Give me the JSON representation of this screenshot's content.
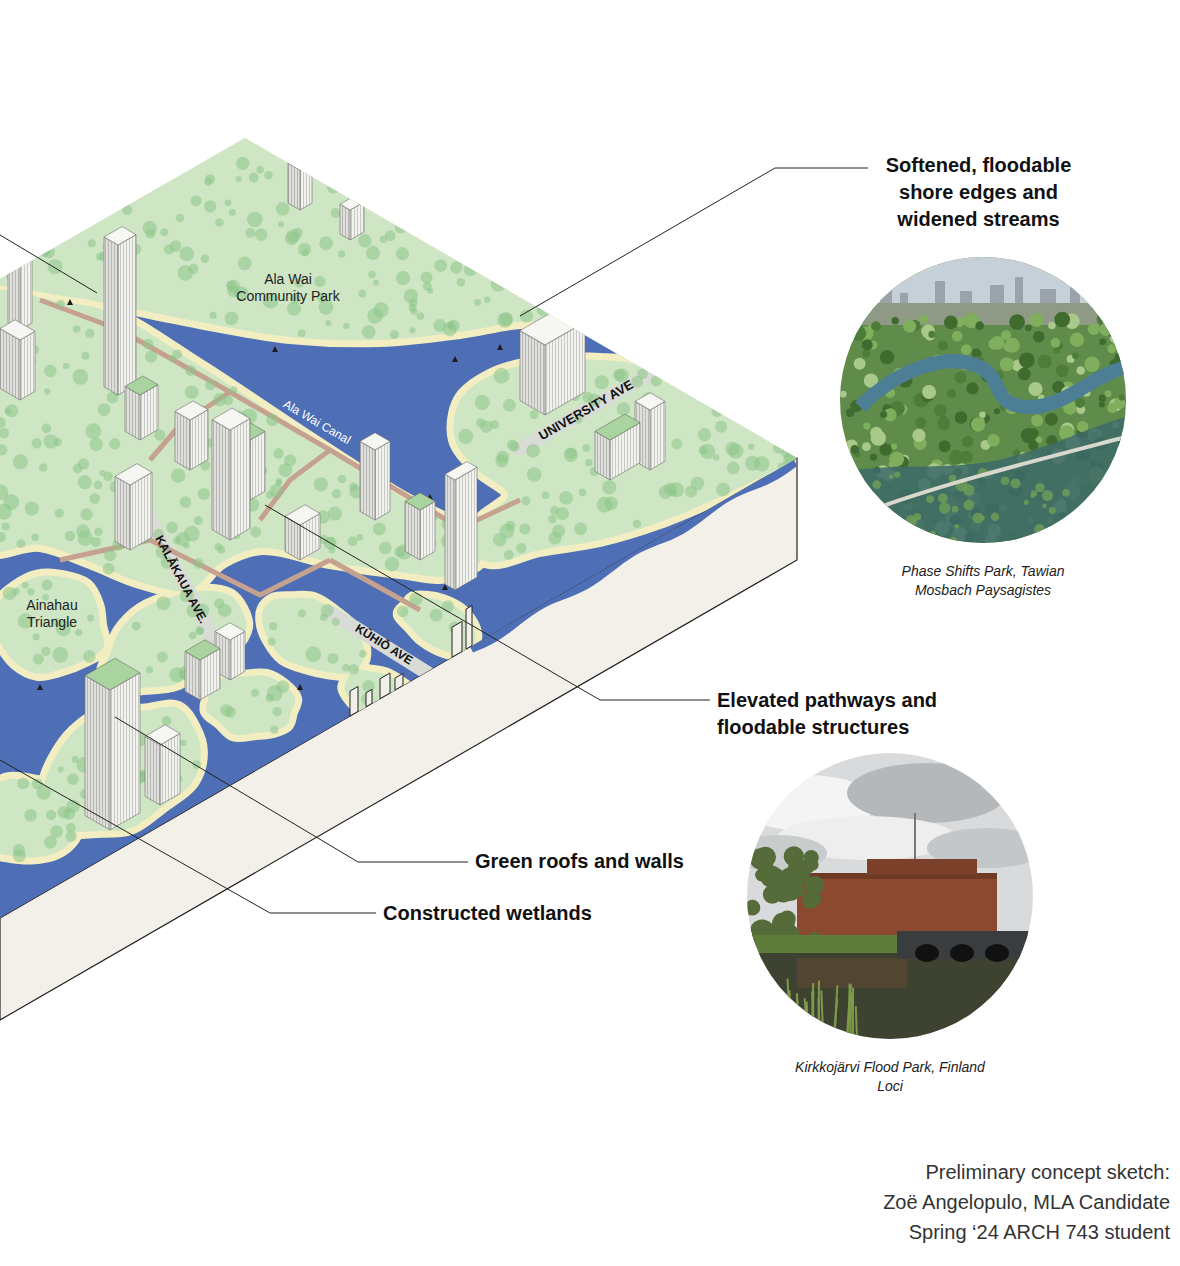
{
  "diagram": {
    "caption": "Preliminary concept sketch: Zoë Angelopulo, MLA Candidate Spring ‘24 ARCH 743 student",
    "nodes": [
      {
        "text": [
          "Phase Shifts Park, Tawian Mosbach Paysagistes"
        ]
      },
      {
        "text": [
          "Kirkkojärvi Flood Park, Finland Loci"
        ]
      }
    ],
    "labels": [
      "Softened, floodable shore edges and widened streams",
      "Ala Wai Community Park",
      "UNIVERSITY AVE",
      "Ala Wai Canal",
      "KALĀKAUA AVE.",
      "Ainahau Triangle",
      "KŪHIŌ AVE",
      "Elevated pathways and floodable structures",
      "Green roofs and walls",
      "Constructed wetlands"
    ]
  }
}
